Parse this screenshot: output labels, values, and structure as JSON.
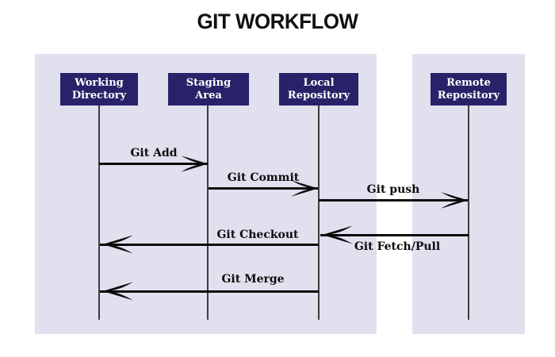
{
  "title": "GIT WORKFLOW",
  "colors": {
    "panel_background": "#e0e0ee",
    "actor_box": "#282268",
    "actor_text": "#ffffff",
    "lifeline": "#3d3d3d",
    "arrow": "#0b0b0b"
  },
  "actors": [
    {
      "id": "working-directory",
      "label": "Working\nDirectory"
    },
    {
      "id": "staging-area",
      "label": "Staging\nArea"
    },
    {
      "id": "local-repository",
      "label": "Local\nRepository"
    },
    {
      "id": "remote-repository",
      "label": "Remote\nRepository"
    }
  ],
  "arrows": [
    {
      "label": "Git Add",
      "from": "working-directory",
      "to": "staging-area",
      "direction": "right"
    },
    {
      "label": "Git Commit",
      "from": "staging-area",
      "to": "local-repository",
      "direction": "right"
    },
    {
      "label": "Git push",
      "from": "local-repository",
      "to": "remote-repository",
      "direction": "right"
    },
    {
      "label": "Git Fetch/Pull",
      "from": "remote-repository",
      "to": "local-repository",
      "direction": "left"
    },
    {
      "label": "Git Checkout",
      "from": "local-repository",
      "to": "working-directory",
      "direction": "left"
    },
    {
      "label": "Git Merge",
      "from": "local-repository",
      "to": "working-directory",
      "direction": "left"
    }
  ]
}
